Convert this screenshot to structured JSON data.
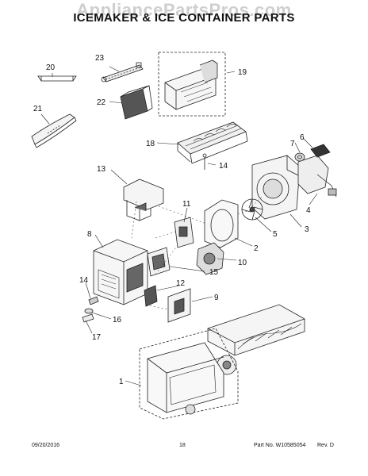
{
  "watermark": "AppliancePartsPros.com",
  "title": "ICEMAKER & ICE CONTAINER PARTS",
  "callouts": {
    "c1": "1",
    "c2": "2",
    "c3": "3",
    "c4": "4",
    "c5": "5",
    "c6": "6",
    "c7": "7",
    "c8": "8",
    "c9": "9",
    "c10": "10",
    "c11": "11",
    "c12": "12",
    "c13": "13",
    "c14a": "14",
    "c14b": "14",
    "c15": "15",
    "c16": "16",
    "c17": "17",
    "c18": "18",
    "c19": "19",
    "c20": "20",
    "c21": "21",
    "c22": "22",
    "c23": "23"
  },
  "footer": {
    "date": "09/20/2016",
    "page": "18",
    "part_no": "Part No. W10585054",
    "rev": "Rev. D"
  }
}
